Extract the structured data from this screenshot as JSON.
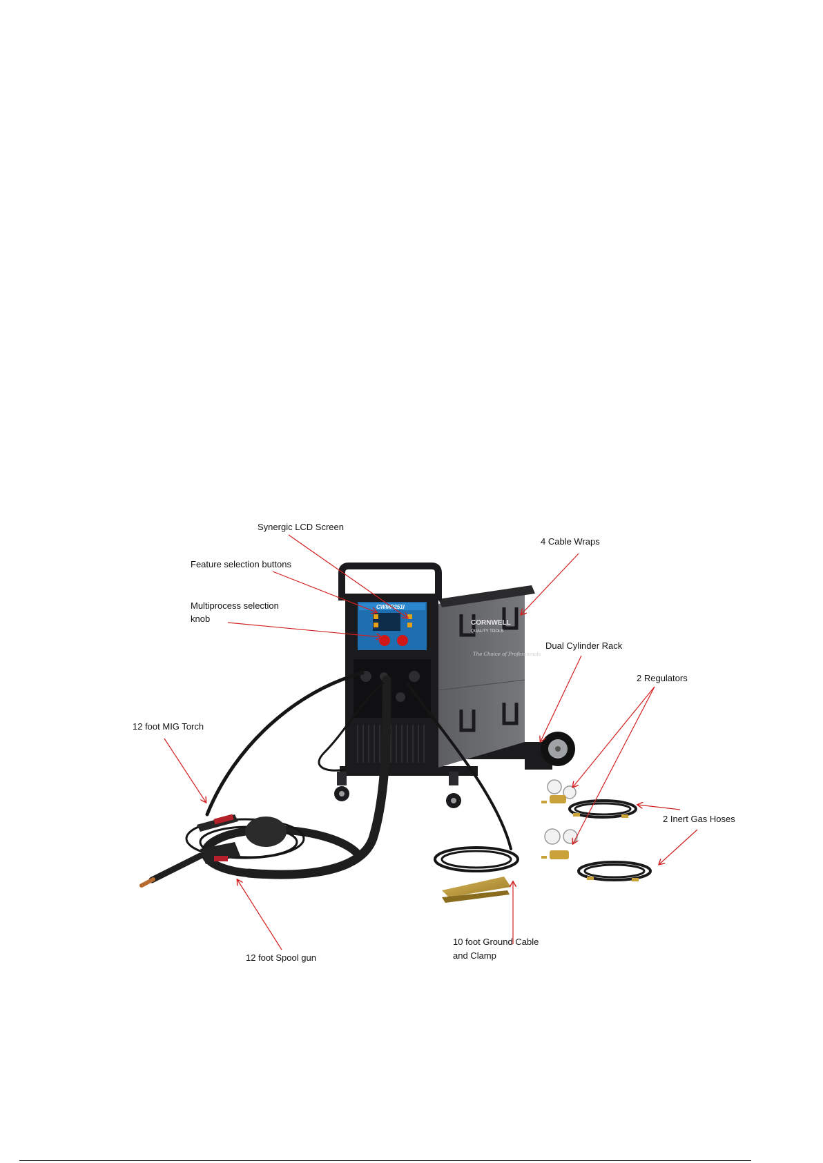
{
  "labels": {
    "lcd": "Synergic LCD Screen",
    "buttons": "Feature selection buttons",
    "knob_line1": "Multiprocess selection",
    "knob_line2": "knob",
    "cable_wraps": "4 Cable Wraps",
    "cylinder_rack": "Dual Cylinder Rack",
    "regulators": "2 Regulators",
    "mig_torch": "12 foot MIG Torch",
    "gas_hoses": "2 Inert Gas Hoses",
    "ground_line1": "10 foot Ground Cable",
    "ground_line2": "and Clamp",
    "spool_gun": "12 foot Spool gun"
  },
  "product": {
    "model": "CWMP251I",
    "brand_line1": "CORNWELL",
    "brand_line2": "QUALITY TOOLS",
    "tagline": "The Choice of Professionals"
  },
  "colors": {
    "arrow": "#d21f1f",
    "panel_blue": "#1f6fb0",
    "body_gray": "#6a6c70",
    "frame_black": "#1b1b1d",
    "brass": "#c9a23a"
  }
}
